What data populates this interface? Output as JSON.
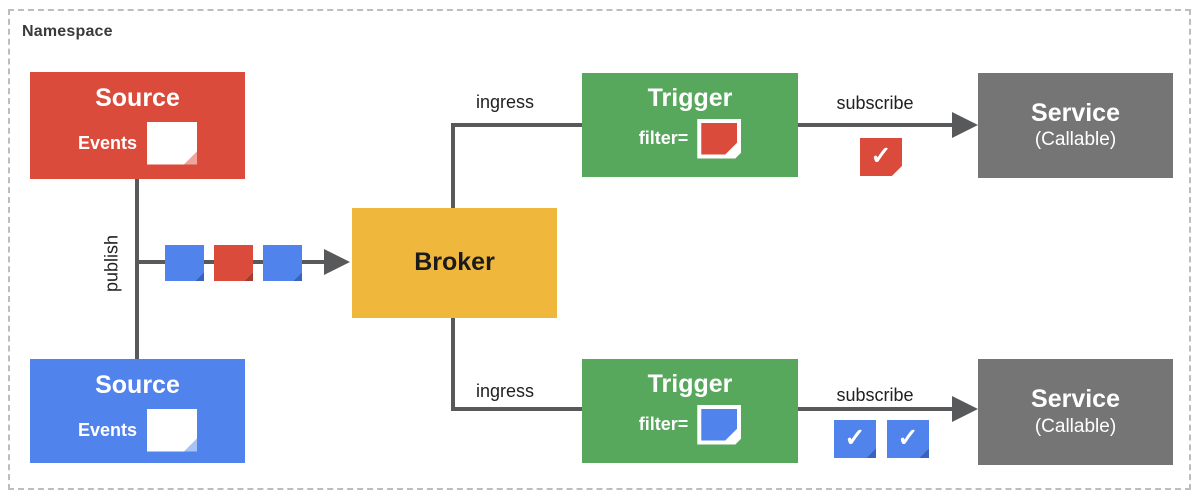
{
  "namespace": {
    "label": "Namespace"
  },
  "nodes": {
    "source_top": {
      "title": "Source",
      "events_label": "Events"
    },
    "source_bottom": {
      "title": "Source",
      "events_label": "Events"
    },
    "broker": {
      "title": "Broker"
    },
    "trigger_top": {
      "title": "Trigger",
      "filter_label": "filter="
    },
    "trigger_bottom": {
      "title": "Trigger",
      "filter_label": "filter="
    },
    "service_top": {
      "title": "Service",
      "subtitle": "(Callable)"
    },
    "service_bottom": {
      "title": "Service",
      "subtitle": "(Callable)"
    }
  },
  "edges": {
    "publish": {
      "label": "publish"
    },
    "ingress_top": {
      "label": "ingress"
    },
    "ingress_bottom": {
      "label": "ingress"
    },
    "subscribe_top": {
      "label": "subscribe"
    },
    "subscribe_bottom": {
      "label": "subscribe"
    }
  },
  "icons": {
    "checkmark": "✓"
  },
  "colors": {
    "red": "#DB4B3C",
    "red_dark": "#A93B2D",
    "blue": "#5183EC",
    "blue_dark": "#3A63C0",
    "yellow": "#F0B73D",
    "green": "#57A75D",
    "gray": "#757575",
    "line": "#58595A",
    "dash_border": "#BDBDBD"
  }
}
